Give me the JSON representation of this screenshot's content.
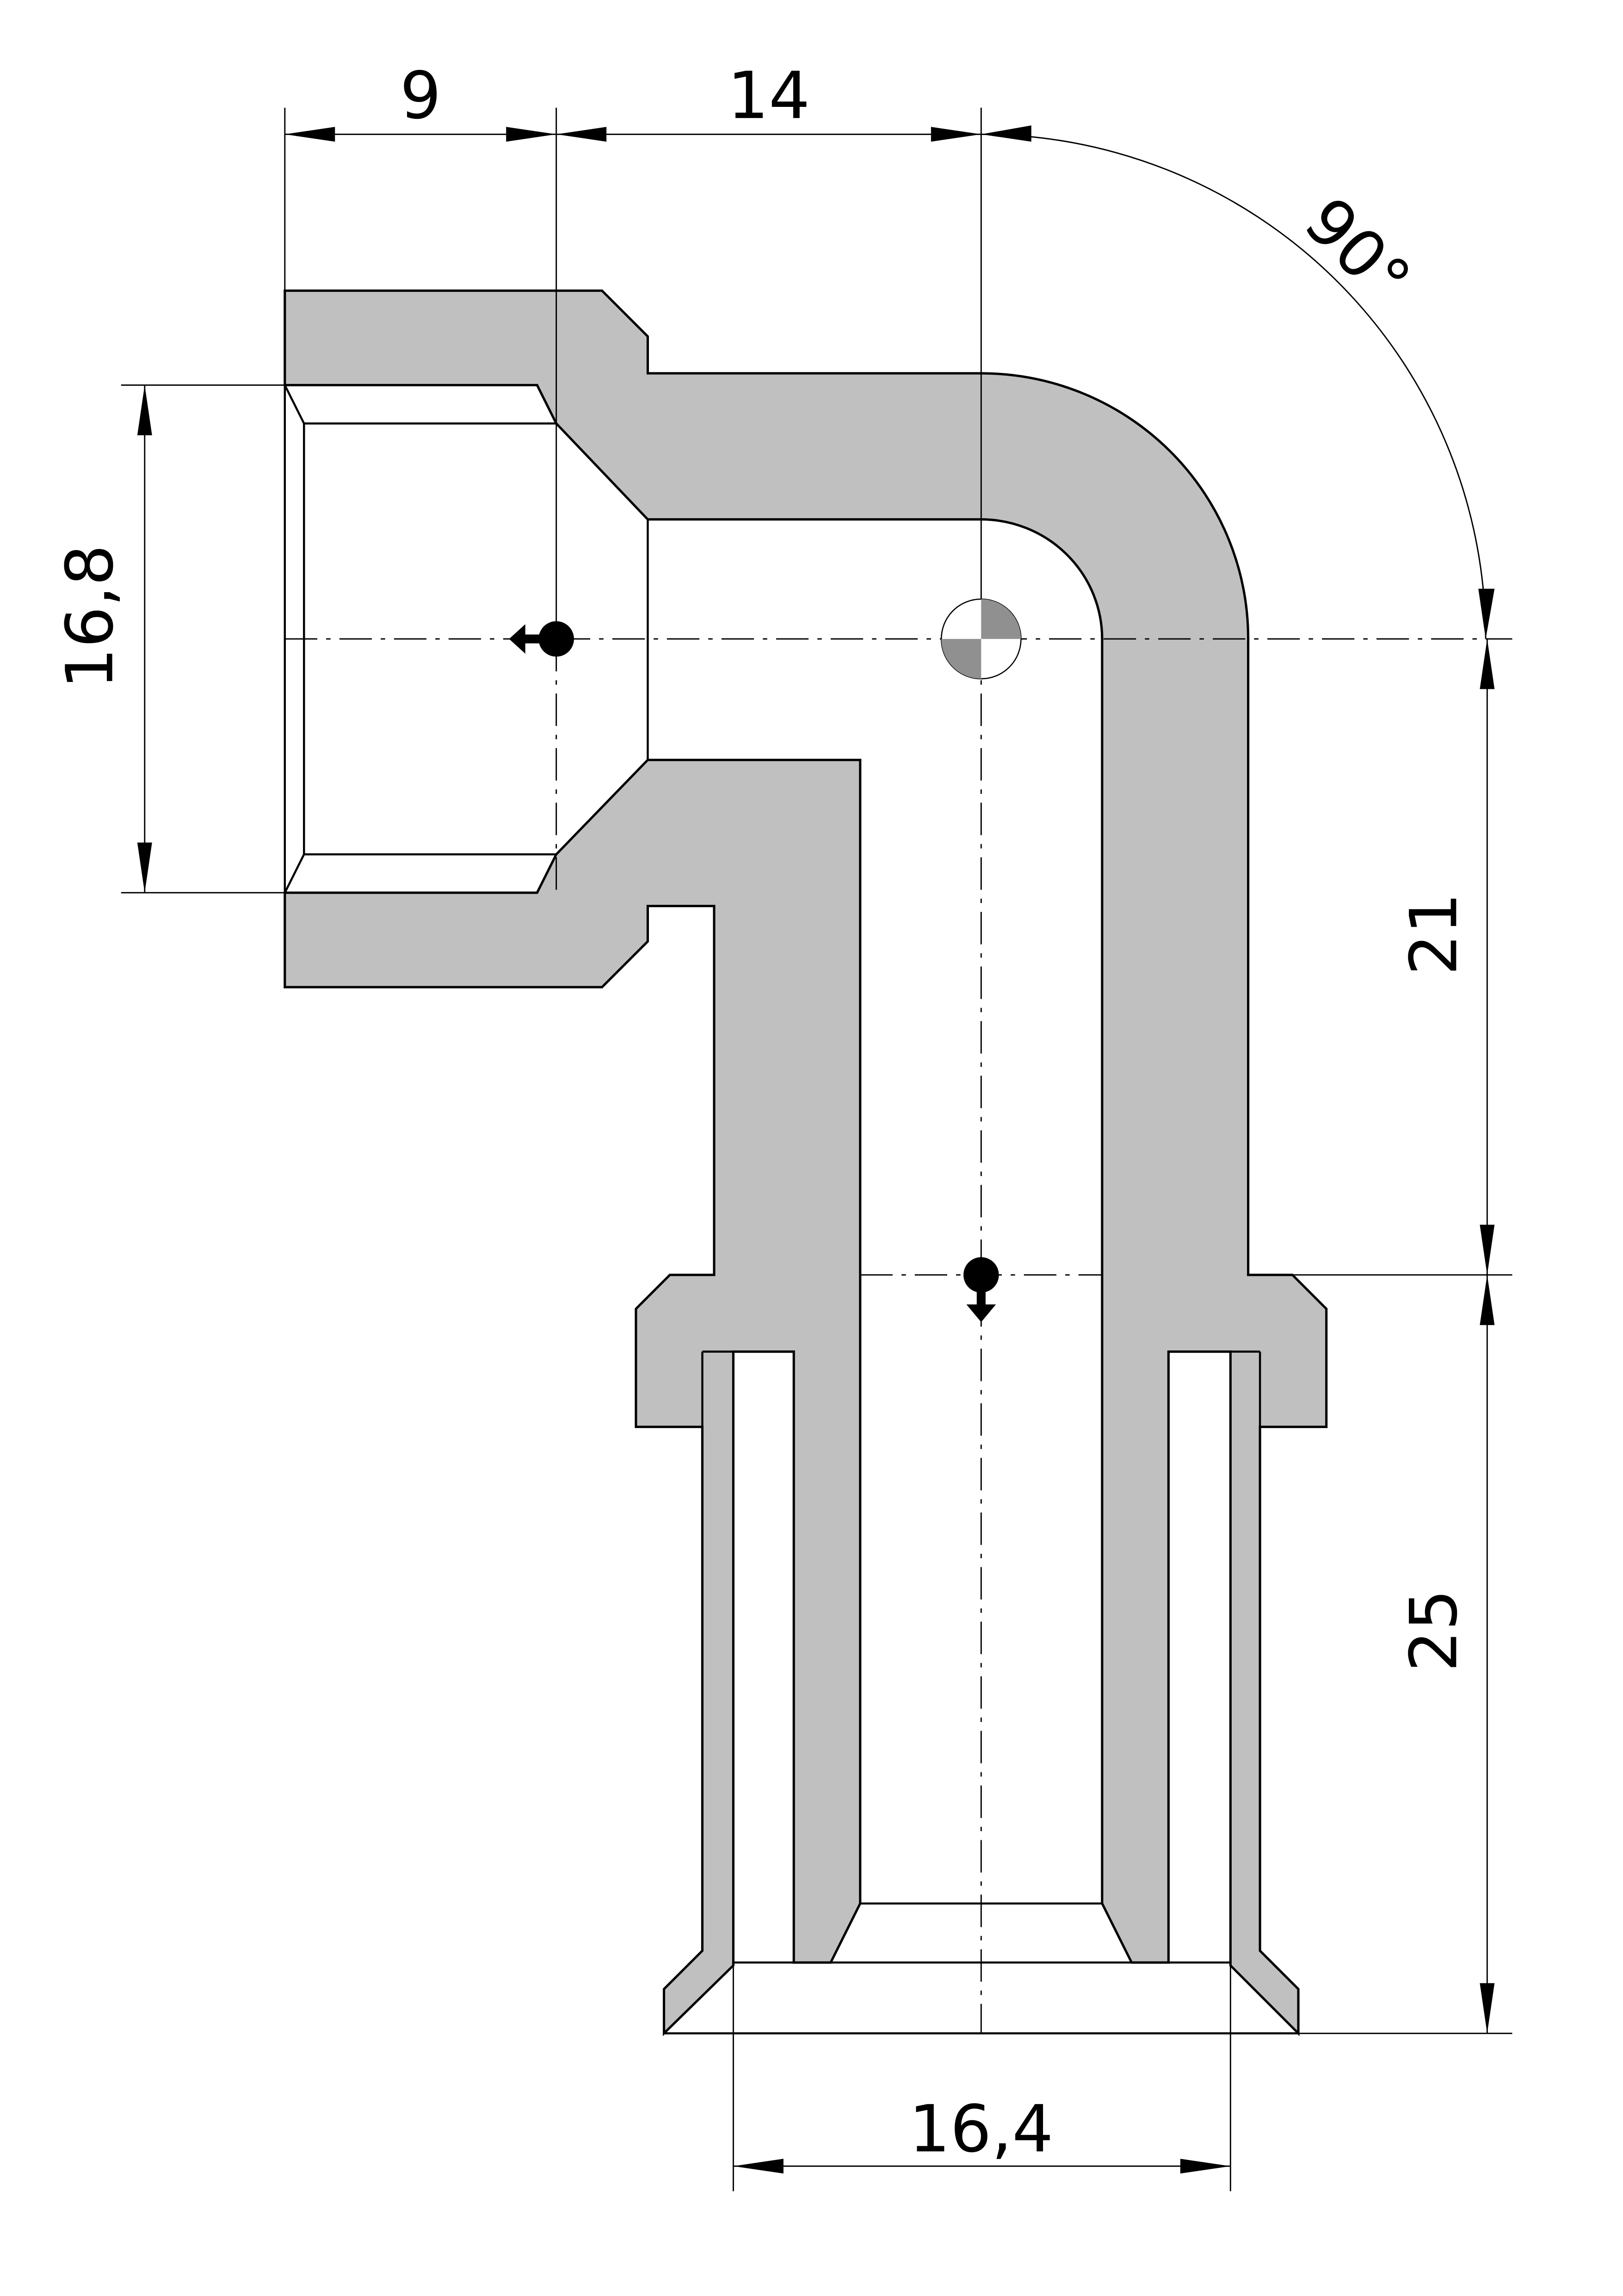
{
  "drawing": {
    "title": "Elbow fitting section drawing",
    "fill_color": "#c0c0c0",
    "line_color": "#000000",
    "dimensions": {
      "top_left": "9",
      "top_right": "14",
      "angle": "90°",
      "left_vertical": "16,8",
      "right_upper": "21",
      "right_lower": "25",
      "bottom": "16,4"
    }
  }
}
